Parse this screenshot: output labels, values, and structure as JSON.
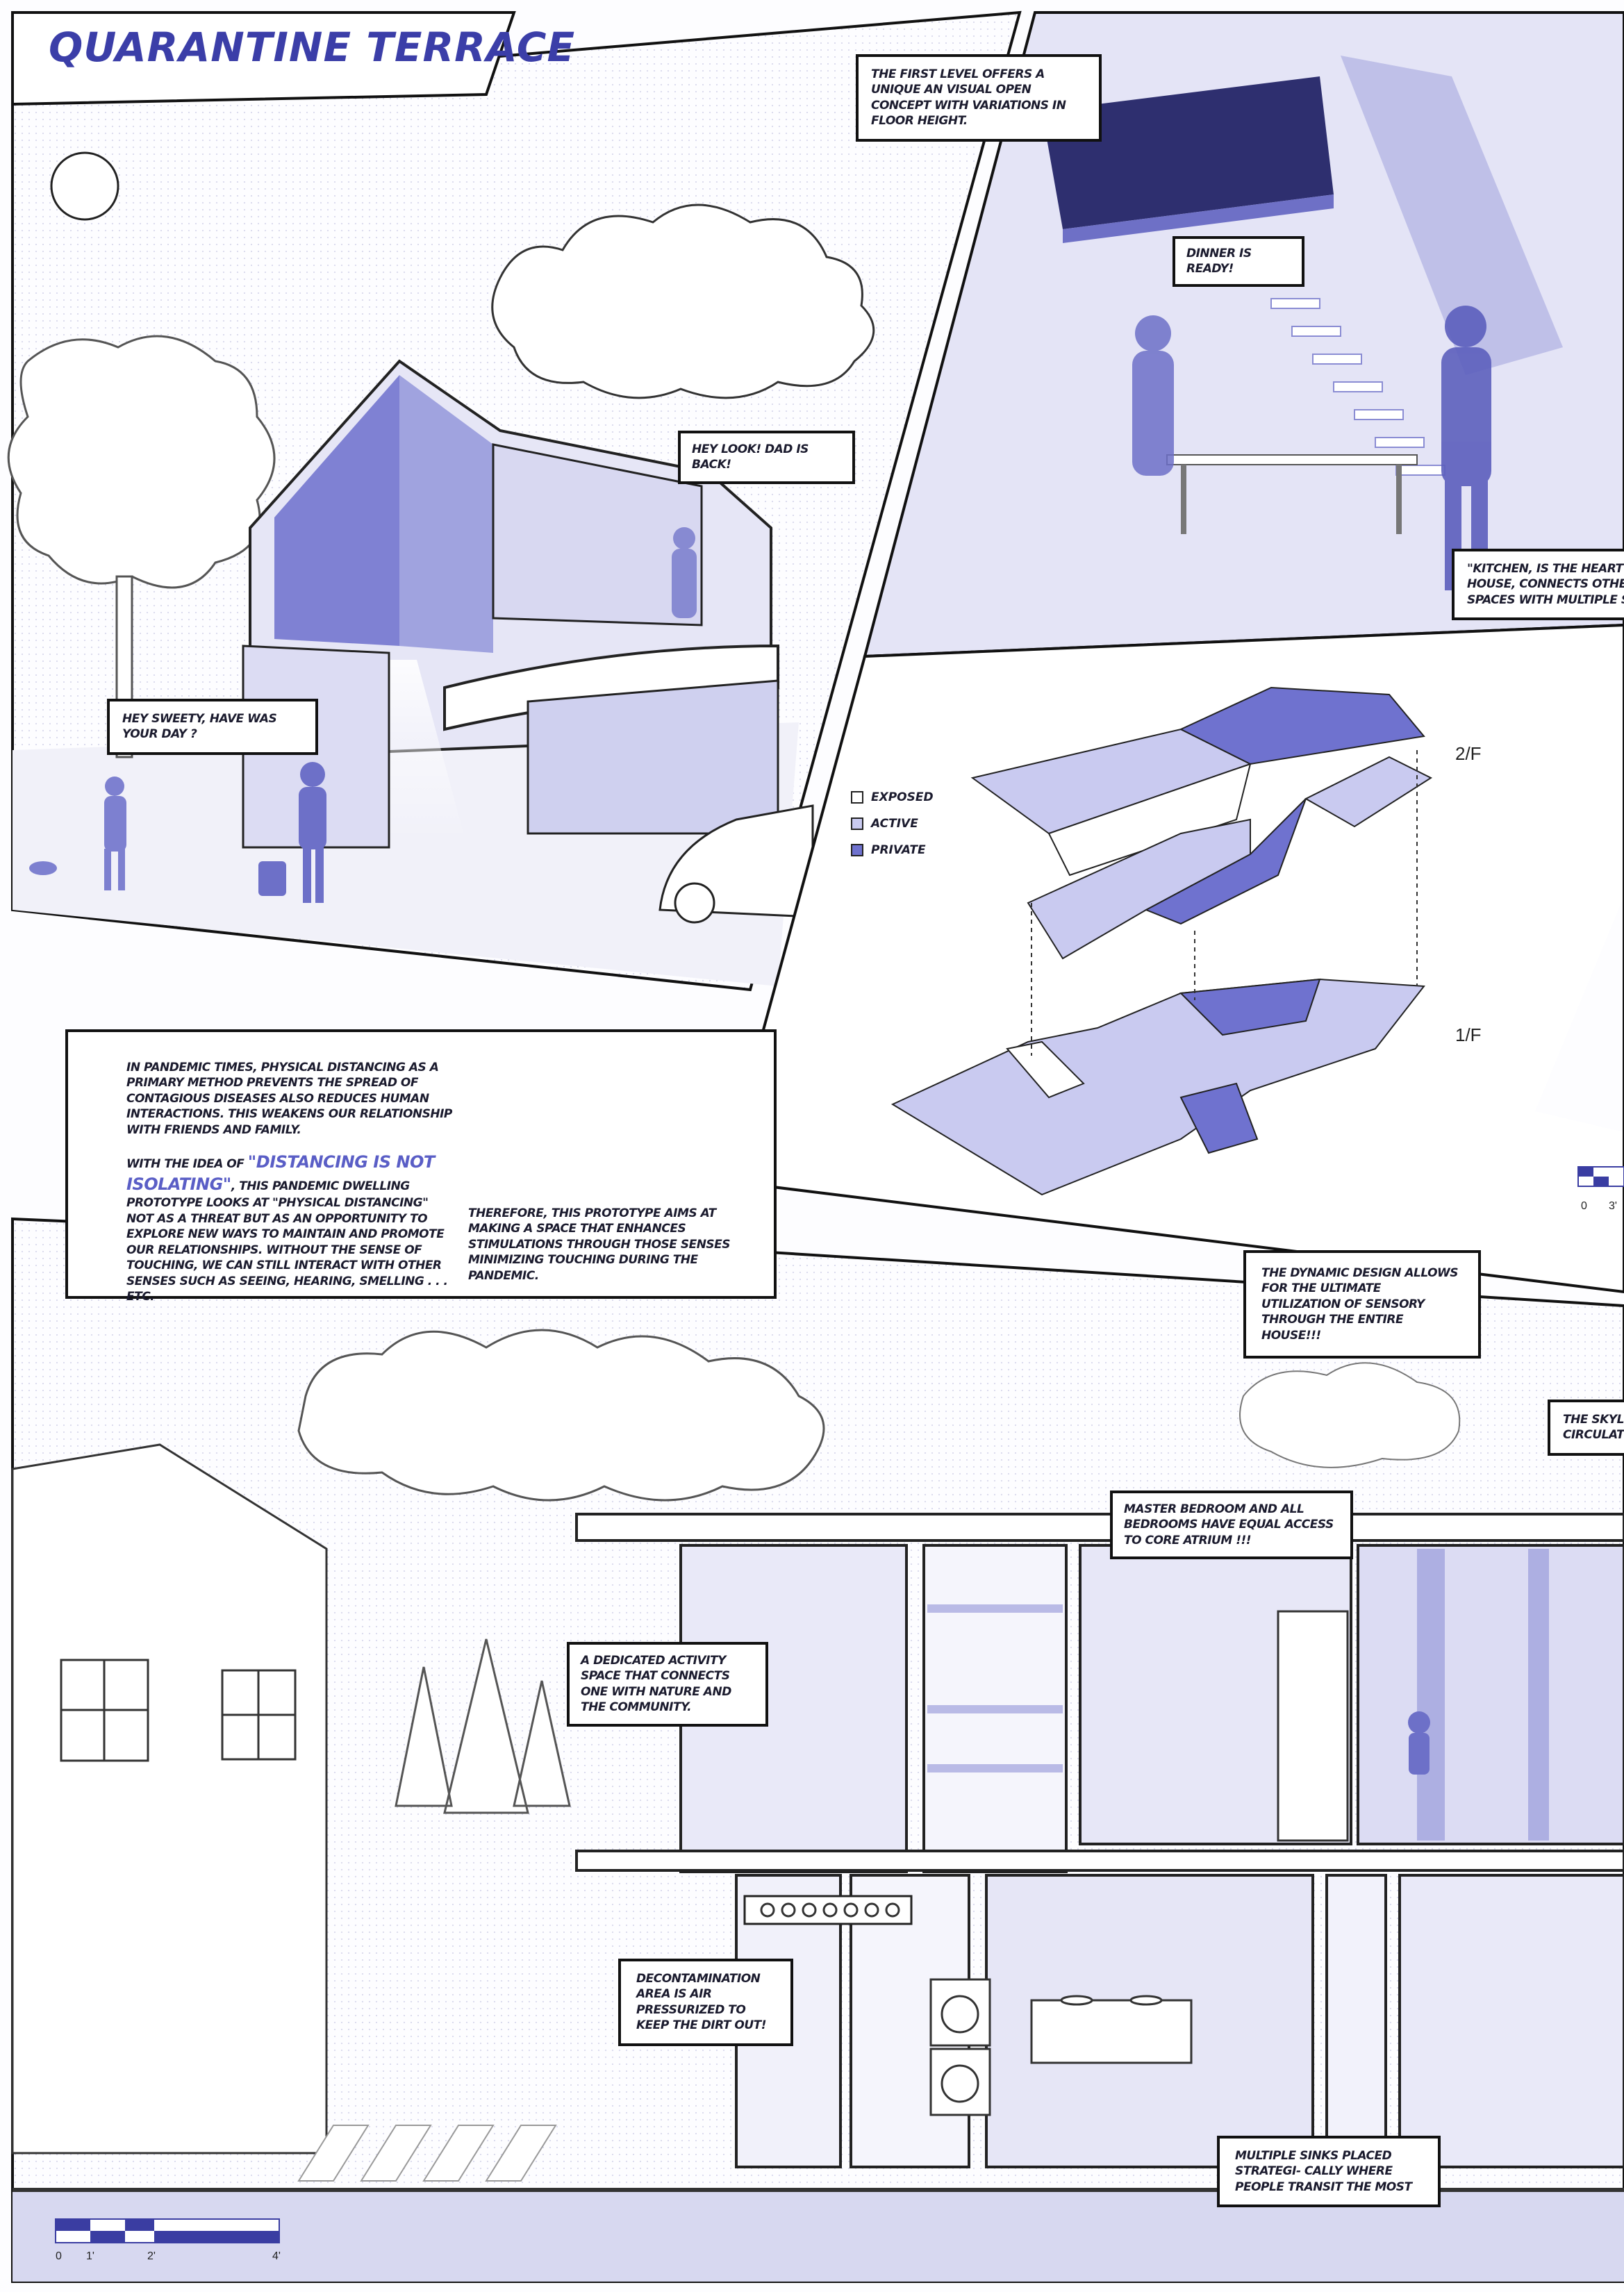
{
  "title": "QUARANTINE TERRACE",
  "bubbles": {
    "first_level": "THE FIRST LEVEL OFFERS A UNIQUE AN VISUAL OPEN CONCEPT WITH VARIATIONS IN FLOOR HEIGHT.",
    "dinner": "DINNER IS READY!",
    "dad_back": "HEY LOOK! DAD IS BACK!",
    "sweety": "HEY SWEETY, HAVE WAS YOUR DAY ?",
    "kitchen": "\"KITCHEN, IS THE HEART OF HOUSE, CONNECTS OTHER SPACES WITH MULTIPLE SE",
    "dynamic": "THE DYNAMIC DESIGN ALLOWS FOR THE ULTIMATE UTILIZATION OF SENSORY THROUGH THE ENTIRE HOUSE!!!",
    "skylight": "THE SKYLIGH CIRCULATION",
    "master_bedroom": "MASTER BEDROOM AND ALL BEDROOMS HAVE EQUAL ACCESS TO CORE ATRIUM !!!",
    "activity": "A DEDICATED ACTIVITY SPACE THAT CONNECTS ONE WITH NATURE AND THE COMMUNITY.",
    "decon": "DECONTAMINATION AREA IS AIR PRESSURIZED TO KEEP THE DIRT OUT!",
    "sinks": "MULTIPLE SINKS PLACED STRATEGI- CALLY WHERE PEOPLE TRANSIT THE MOST"
  },
  "narrative": {
    "p1": "IN PANDEMIC TIMES, PHYSICAL DISTANCING AS A PRIMARY METHOD PREVENTS THE SPREAD OF CONTAGIOUS DISEASES ALSO REDUCES HUMAN INTERACTIONS. THIS WEAKENS OUR RELATIONSHIP WITH FRIENDS AND FAMILY.",
    "p2_pre": "WITH THE IDEA OF",
    "p2_highlight": "\"DISTANCING IS NOT ISOLATING\"",
    "p2_post": ", THIS PANDEMIC DWELLING PROTOTYPE LOOKS AT \"PHYSICAL DISTANCING\" NOT AS A THREAT BUT AS AN OPPORTUNITY TO EXPLORE NEW WAYS TO MAINTAIN AND PROMOTE OUR RELATIONSHIPS. WITHOUT THE SENSE OF TOUCHING, WE CAN STILL INTERACT WITH OTHER SENSES SUCH AS SEEING, HEARING, SMELLING . . . ETC.",
    "p3": "THEREFORE, THIS PROTOTYPE AIMS AT MAKING A SPACE THAT ENHANCES STIMULATIONS THROUGH THOSE SENSES MINIMIZING TOUCHING DURING THE PANDEMIC."
  },
  "legend": {
    "exposed": "EXPOSED",
    "active": "ACTIVE",
    "private": "PRIVATE"
  },
  "floors": {
    "upper": "2/F",
    "lower": "1/F"
  },
  "scale_right": {
    "zero": "0",
    "three": "3'"
  },
  "scale_bottom": {
    "zero": "0",
    "one": "1'",
    "two": "2'",
    "four": "4'"
  },
  "colors": {
    "accent": "#5a5ec6",
    "exposed": "#ffffff",
    "active": "#c9caf0",
    "private": "#6f72cf",
    "panel_fill": "#e9e9f8",
    "ink": "#111111"
  }
}
